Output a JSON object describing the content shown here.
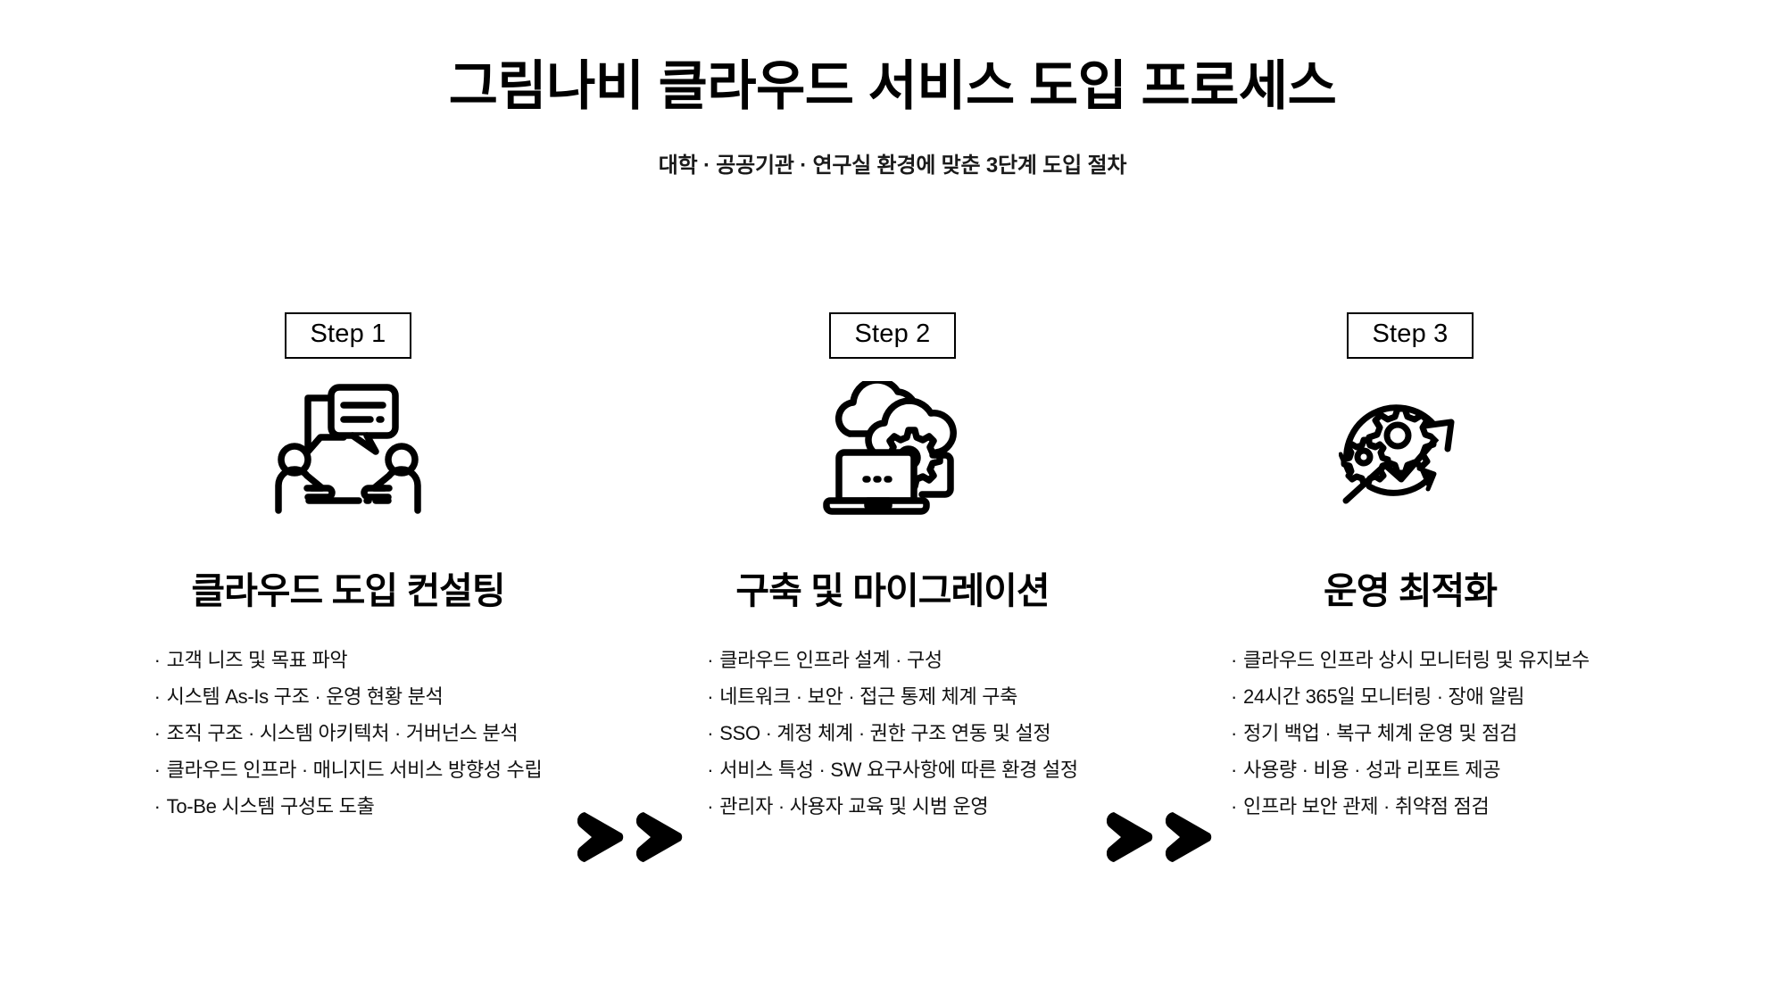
{
  "header": {
    "title": "그림나비 클라우드 서비스 도입 프로세스",
    "subtitle": "대학 · 공공기관 · 연구실 환경에 맞춘 3단계 도입 절차"
  },
  "bullet_marker": "·",
  "arrows": [
    {
      "name": "arrow-step1-to-step2",
      "glyph": "double-chevron-right"
    },
    {
      "name": "arrow-step2-to-step3",
      "glyph": "double-chevron-right"
    }
  ],
  "steps": [
    {
      "badge": "Step 1",
      "icon": "consulting-people-speech-bubble-icon",
      "heading": "클라우드 도입 컨설팅",
      "bullets": [
        "고객 니즈 및 목표 파악",
        "시스템 As-Is 구조 · 운영 현황 분석",
        "조직 구조 · 시스템 아키텍처 · 거버넌스 분석",
        "클라우드 인프라 · 매니지드 서비스 방향성 수립",
        "To-Be 시스템 구성도 도출"
      ]
    },
    {
      "badge": "Step 2",
      "icon": "cloud-laptop-gear-icon",
      "heading": "구축 및 마이그레이션",
      "bullets": [
        "클라우드 인프라 설계 · 구성",
        "네트워크 · 보안 · 접근 통제 체계 구축",
        "SSO · 계정 체계 · 권한 구조 연동 및 설정",
        "서비스 특성 ·  SW 요구사항에 따른 환경 설정",
        "관리자 · 사용자 교육 및 시범 운영"
      ]
    },
    {
      "badge": "Step 3",
      "icon": "gears-growth-arrow-cycle-icon",
      "heading": "운영 최적화",
      "bullets": [
        "클라우드 인프라 상시 모니터링 및 유지보수",
        "24시간 365일 모니터링 · 장애 알림",
        "정기 백업 · 복구 체계 운영 및 점검",
        "사용량 · 비용 · 성과 리포트 제공",
        "인프라 보안 관제 · 취약점 점검"
      ]
    }
  ],
  "colors": {
    "background": "#ffffff",
    "ink": "#000000",
    "body_text": "#111111"
  }
}
